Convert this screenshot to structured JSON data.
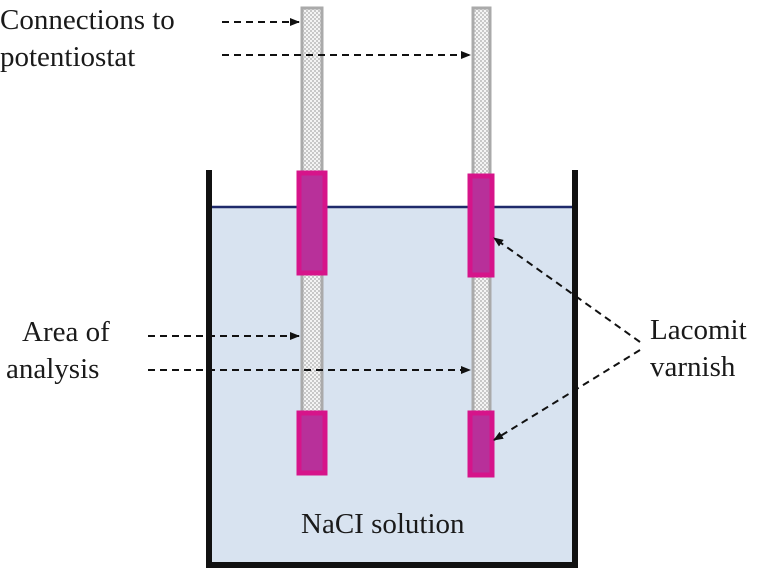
{
  "labels": {
    "connections_line1": "Connections to",
    "connections_line2": "potentiostat",
    "area_line1": "Area of",
    "area_line2": "analysis",
    "lacomit_line1": "Lacomit",
    "lacomit_line2": "varnish",
    "solution": "NaCI solution"
  },
  "colors": {
    "solution": "#d8e3f0",
    "varnish": "#d6148a",
    "varnish_inner": "#b8309a",
    "waterline": "#1f2a6b",
    "container": "#111111"
  }
}
